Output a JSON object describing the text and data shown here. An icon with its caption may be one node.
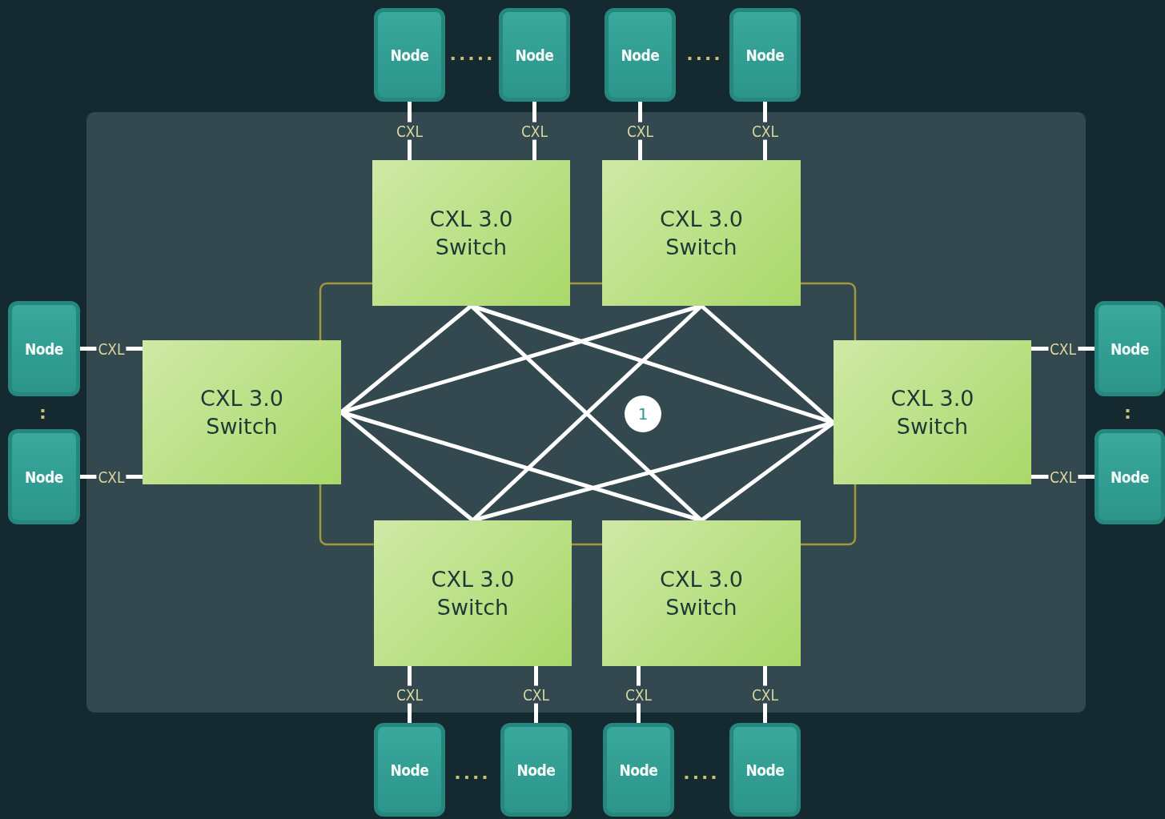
{
  "diagram": {
    "nodes": [
      {
        "text": [
          "Node"
        ]
      },
      {
        "text": [
          "Node"
        ]
      },
      {
        "text": [
          "Node"
        ]
      },
      {
        "text": [
          "Node"
        ]
      },
      {
        "text": [
          "CXL 3.0 Switch"
        ]
      },
      {
        "text": [
          "CXL 3.0 Switch"
        ]
      },
      {
        "text": [
          "Node"
        ]
      },
      {
        "text": [
          "Node"
        ]
      },
      {
        "text": [
          "CXL 3.0 Switch"
        ]
      },
      {
        "text": [
          "1"
        ]
      },
      {
        "text": [
          "CXL 3.0 Switch"
        ]
      },
      {
        "text": [
          "Node"
        ]
      },
      {
        "text": [
          "Node"
        ]
      },
      {
        "text": [
          "CXL 3.0 Switch"
        ]
      },
      {
        "text": [
          "CXL 3.0 Switch"
        ]
      },
      {
        "text": [
          "Node"
        ]
      },
      {
        "text": [
          "Node"
        ]
      },
      {
        "text": [
          "Node"
        ]
      },
      {
        "text": [
          "Node"
        ]
      }
    ],
    "edges": [
      {
        "from": 0,
        "to": 4,
        "arrow": "none",
        "label": "CXL"
      },
      {
        "from": 1,
        "to": 4,
        "arrow": "none",
        "label": "CXL"
      },
      {
        "from": 2,
        "to": 5,
        "arrow": "none",
        "label": "CXL"
      },
      {
        "from": 3,
        "to": 5,
        "arrow": "none",
        "label": "CXL"
      },
      {
        "from": 6,
        "to": 8,
        "arrow": "none",
        "label": "CXL"
      },
      {
        "from": 7,
        "to": 8,
        "arrow": "none",
        "label": "CXL"
      },
      {
        "from": 11,
        "to": 10,
        "arrow": "none",
        "label": "CXL"
      },
      {
        "from": 12,
        "to": 10,
        "arrow": "none",
        "label": "CXL"
      },
      {
        "from": 15,
        "to": 13,
        "arrow": "none",
        "label": "CXL"
      },
      {
        "from": 16,
        "to": 13,
        "arrow": "none",
        "label": "CXL"
      },
      {
        "from": 17,
        "to": 14,
        "arrow": "none",
        "label": "CXL"
      },
      {
        "from": 18,
        "to": 14,
        "arrow": "none",
        "label": "CXL"
      },
      {
        "from": 8,
        "to": 4,
        "arrow": "none"
      },
      {
        "from": 8,
        "to": 5,
        "arrow": "none"
      },
      {
        "from": 8,
        "to": 13,
        "arrow": "none"
      },
      {
        "from": 8,
        "to": 14,
        "arrow": "none"
      },
      {
        "from": 10,
        "to": 4,
        "arrow": "none"
      },
      {
        "from": 10,
        "to": 5,
        "arrow": "none"
      },
      {
        "from": 10,
        "to": 13,
        "arrow": "none"
      },
      {
        "from": 10,
        "to": 14,
        "arrow": "none"
      },
      {
        "from": 4,
        "to": 14,
        "arrow": "none"
      },
      {
        "from": 5,
        "to": 13,
        "arrow": "none"
      }
    ],
    "labels": [
      ".....",
      "....",
      ":",
      ":",
      "....",
      "...."
    ]
  }
}
